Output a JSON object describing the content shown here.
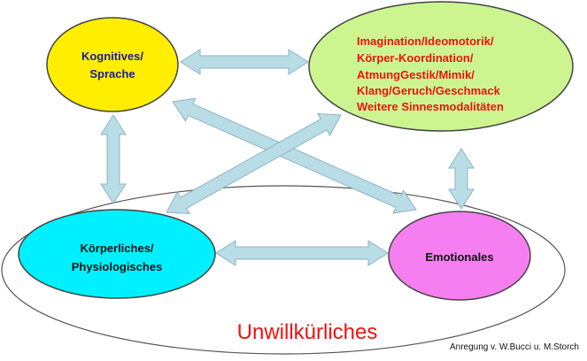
{
  "nodes": {
    "cognitive": {
      "line1": "Kognitives/",
      "line2": "Sprache",
      "fill": "#ffee00",
      "text_color": "#1a1aa0"
    },
    "imagination": {
      "lines": [
        "Imagination/Ideomotorik/",
        "Körper-Koordination/",
        "AtmungGestik/Mimik/",
        "Klang/Geruch/Geschmack",
        "Weitere Sinnesmodalitäten"
      ],
      "fill": "#ccf58f",
      "text_color": "#ee1111"
    },
    "body": {
      "line1": "Körperliches/",
      "line2": "Physiologisches",
      "fill": "#00f0ff",
      "text_color": "#111111"
    },
    "emotional": {
      "label": "Emotionales",
      "fill": "#f57ff0",
      "text_color": "#111111"
    }
  },
  "container": {
    "label": "Unwillkürliches",
    "label_color": "#ee1111"
  },
  "credit": "Anregung v. W.Bucci u. M.Storch",
  "arrow_fill": "#b9dde6",
  "arrow_stroke": "#8fb3c1"
}
